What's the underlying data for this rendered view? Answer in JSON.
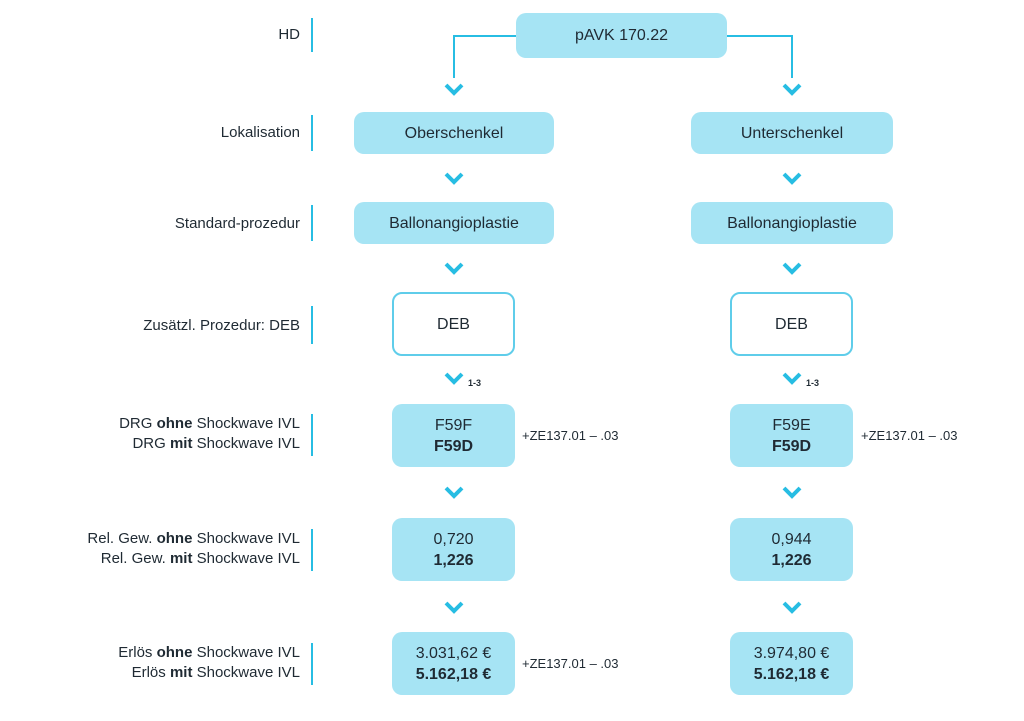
{
  "labels": {
    "hd": "HD",
    "lokalisation": "Lokalisation",
    "standard": "Standard-prozedur",
    "zusatz": "Zusätzl. Prozedur: DEB",
    "drg": {
      "pre": "DRG ",
      "ohne": "ohne",
      "mit": "mit",
      "post": " Shockwave IVL",
      "pre2": "DRG "
    },
    "relgew": {
      "pre": "Rel. Gew. ",
      "ohne": "ohne",
      "mit": "mit",
      "post": " Shockwave IVL",
      "pre2": "Rel. Gew. "
    },
    "erloes": {
      "pre": "Erlös ",
      "ohne": "ohne",
      "mit": "mit",
      "post": " Shockwave IVL",
      "pre2": "Erlös "
    }
  },
  "top": {
    "title": "pAVK 170.22"
  },
  "left": {
    "lokalisation": "Oberschenkel",
    "standard": "Ballonangioplastie",
    "deb": "DEB",
    "range": "1-3",
    "drg_ohne": "F59F",
    "drg_mit": "F59D",
    "drg_note": "+ZE137.01 – .03",
    "relgew_ohne": "0,720",
    "relgew_mit": "1,226",
    "erloes_ohne": "3.031,62 €",
    "erloes_mit": "5.162,18 €",
    "erloes_note": "+ZE137.01 – .03"
  },
  "right": {
    "lokalisation": "Unterschenkel",
    "standard": "Ballonangioplastie",
    "deb": "DEB",
    "range": "1-3",
    "drg_ohne": "F59E",
    "drg_mit": "F59D",
    "drg_note": "+ZE137.01 – .03",
    "relgew_ohne": "0,944",
    "relgew_mit": "1,226",
    "erloes_ohne": "3.974,80 €",
    "erloes_mit": "5.162,18 €"
  },
  "colors": {
    "box": "#a6e4f4",
    "accent": "#27bde3",
    "text": "#1f2a33"
  }
}
